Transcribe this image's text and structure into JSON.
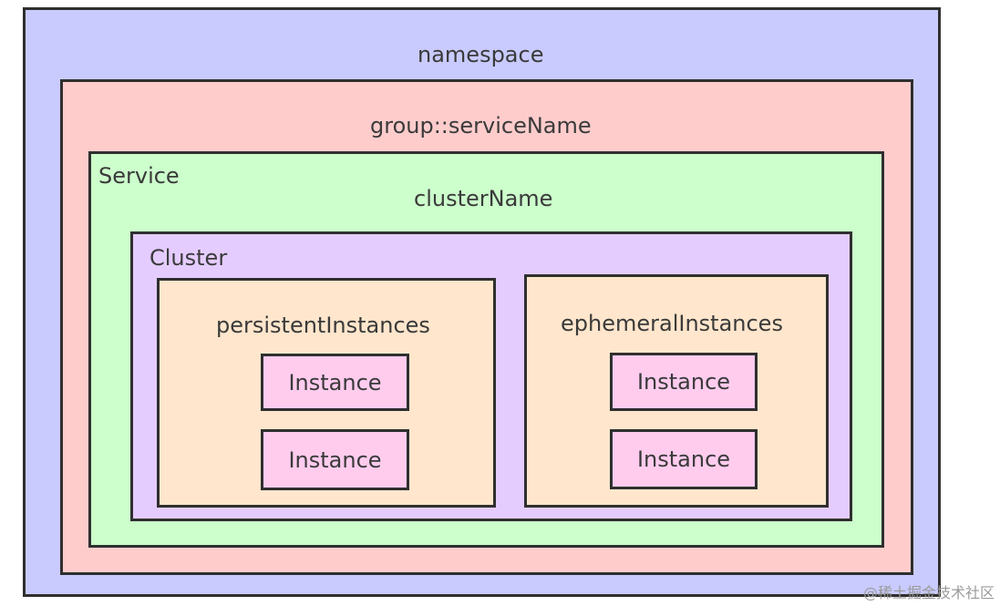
{
  "diagram": {
    "namespace_label": "namespace",
    "group_label": "group::serviceName",
    "service_label": "Service",
    "cluster_name_label": "clusterName",
    "cluster_label": "Cluster",
    "persistent": {
      "label": "persistentInstances",
      "instances": [
        "Instance",
        "Instance"
      ]
    },
    "ephemeral": {
      "label": "ephemeralInstances",
      "instances": [
        "Instance",
        "Instance"
      ]
    },
    "colors": {
      "namespace": "#c9cbff",
      "group": "#ffcccc",
      "service": "#ccffcc",
      "cluster": "#e5ccff",
      "instances_container": "#ffe6cc",
      "instance": "#ffccee",
      "border": "#2f2f2f"
    }
  },
  "watermark": "@稀土掘金技术社区"
}
